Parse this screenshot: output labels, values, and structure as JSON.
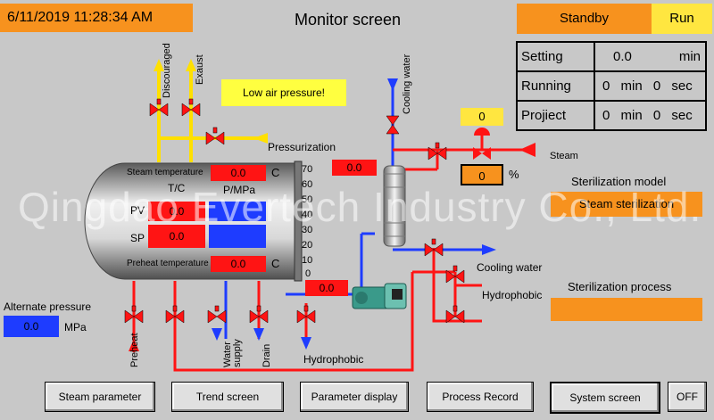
{
  "header": {
    "datetime": "6/11/2019 11:28:34 AM",
    "title": "Monitor screen",
    "standby_label": "Standby",
    "run_label": "Run"
  },
  "time_table": {
    "rows": [
      {
        "label": "Setting",
        "value": "0.0",
        "unit1": "",
        "value2": "",
        "unit2": "min"
      },
      {
        "label": "Running",
        "value": "0",
        "unit1": "min",
        "value2": "0",
        "unit2": "sec"
      },
      {
        "label": "Projiect",
        "value": "0",
        "unit1": "min",
        "value2": "0",
        "unit2": "sec"
      }
    ]
  },
  "alarm": "Low air pressure!",
  "vessel": {
    "steam_temperature_label": "Steam temperature",
    "steam_temperature_value": "0.0",
    "unit_c": "C",
    "tc_label": "T/C",
    "p_mpa_label": "P/MPa",
    "pv_label": "PV",
    "sp_label": "SP",
    "pv_temp": "0.0",
    "sp_temp": "0.0",
    "pv_pressure": "",
    "sp_pressure": "",
    "preheat_temperature_label": "Preheat temperature",
    "preheat_temperature_value": "0.0",
    "scale": [
      "70",
      "60",
      "50",
      "40",
      "30",
      "20",
      "10",
      "0"
    ]
  },
  "side_values": {
    "red_top": "0.0",
    "blue_mid": "",
    "red_bottom": "0.0"
  },
  "steam_valve": {
    "opening_top": "0",
    "opening_value": "0",
    "percent": "%"
  },
  "labels": {
    "discouraged": "Discouraged",
    "exaust": "Exaust",
    "pressurization": "Pressurization",
    "cooling_water_top": "Cooling water",
    "steam": "Steam",
    "cooling_water_right": "Cooling water",
    "hydrophobic_right": "Hydrophobic",
    "hydrophobic_bottom": "Hydrophobic",
    "preheat": "Preheat",
    "water_supply": "Water supply",
    "drain": "Drain"
  },
  "sterilization": {
    "model_label": "Sterilization model",
    "model_value": "Steam sterilization",
    "process_label": "Sterilization process",
    "process_value": ""
  },
  "alternate_pressure": {
    "label": "Alternate pressure",
    "value": "0.0",
    "unit": "MPa"
  },
  "buttons": {
    "steam_parameter": "Steam parameter",
    "trend_screen": "Trend screen",
    "parameter_display": "Parameter display",
    "process_record": "Process Record",
    "system_screen": "System screen",
    "off": "OFF"
  },
  "watermark": "Qingdao Evertech Industry Co., Ltd."
}
